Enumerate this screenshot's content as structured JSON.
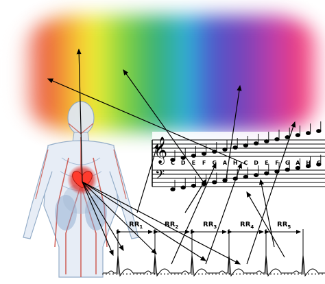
{
  "colors": {
    "arrow": "#000000",
    "heart": "#e2312a",
    "vessels": "#c8433a",
    "body_outline": "#8fa9c6"
  },
  "music": {
    "treble_clef_icon": "treble-clef-icon",
    "bass_clef_icon": "bass-clef-icon",
    "note_names": [
      "C",
      "D",
      "E",
      "F",
      "G",
      "A",
      "H",
      "C",
      "D",
      "E",
      "F",
      "G",
      "A",
      "H",
      "C"
    ]
  },
  "ecg": {
    "intervals": [
      {
        "base": "RR",
        "sub": "1"
      },
      {
        "base": "RR",
        "sub": "2"
      },
      {
        "base": "RR",
        "sub": "3"
      },
      {
        "base": "RR",
        "sub": "4"
      },
      {
        "base": "RR",
        "sub": "5"
      }
    ]
  }
}
